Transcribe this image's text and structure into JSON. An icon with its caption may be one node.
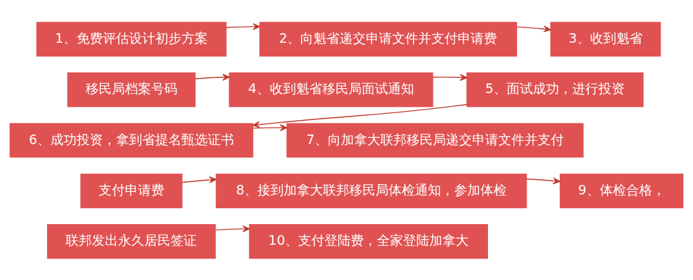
{
  "diagram": {
    "nodes": [
      {
        "text": [
          "1、免费评估设计初步方案"
        ]
      },
      {
        "text": [
          "2、向魁省递交申请文件并支付申请费"
        ]
      },
      {
        "text": [
          "3、收到魁省"
        ]
      },
      {
        "text": [
          "移民局档案号码"
        ]
      },
      {
        "text": [
          "4、收到魁省移民局面试通知"
        ]
      },
      {
        "text": [
          "5、面试成功，进行投资"
        ]
      },
      {
        "text": [
          "6、成功投资，拿到省提名甄选证书"
        ]
      },
      {
        "text": [
          "7、向加拿大联邦移民局递交申请文件并支付"
        ]
      },
      {
        "text": [
          "支付申请费"
        ]
      },
      {
        "text": [
          "8、接到加拿大联邦移民局体检通知，参加体检"
        ]
      },
      {
        "text": [
          "9、体检合格，"
        ]
      },
      {
        "text": [
          "联邦发出永久居民签证"
        ]
      },
      {
        "text": [
          "10、支付登陆费，全家登陆加拿大"
        ]
      }
    ],
    "edges": [
      {
        "from": 0,
        "to": 1,
        "arrow": "to"
      },
      {
        "from": 1,
        "to": 2,
        "arrow": "to"
      },
      {
        "from": 3,
        "to": 4,
        "arrow": "to"
      },
      {
        "from": 4,
        "to": 5,
        "arrow": "to"
      },
      {
        "from": 5,
        "to": 6,
        "arrow": "to"
      },
      {
        "from": 6,
        "to": 7,
        "arrow": "to"
      },
      {
        "from": 8,
        "to": 9,
        "arrow": "to"
      },
      {
        "from": 9,
        "to": 10,
        "arrow": "to"
      },
      {
        "from": 11,
        "to": 12,
        "arrow": "to"
      }
    ]
  }
}
